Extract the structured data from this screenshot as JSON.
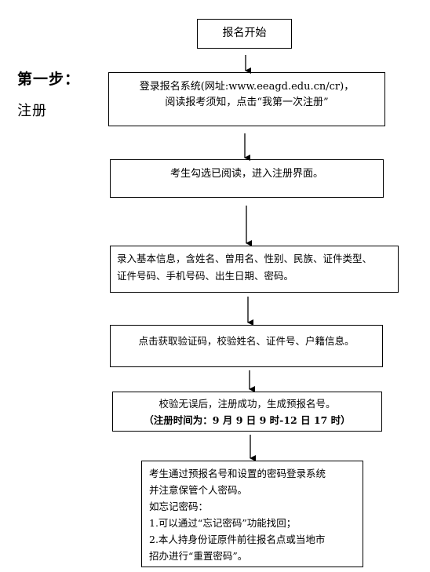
{
  "step": {
    "title": "第一步：",
    "subtitle": "注册"
  },
  "flow": {
    "start": "报名开始",
    "box1": [
      "登录报名系统(网址:www.eeagd.edu.cn/cr)，",
      "阅读报考须知，点击“我第一次注册”"
    ],
    "box2": "考生勾选已阅读，进入注册界面。",
    "box3": [
      "录入基本信息，含姓名、曾用名、性别、民族、证件类型、",
      "证件号码、手机号码、出生日期、密码。"
    ],
    "box4": "点击获取验证码，校验姓名、证件号、户籍信息。",
    "box5": {
      "line1": "校验无误后，注册成功，生成预报名号。",
      "line2": "（注册时间为：9 月 9 日 9 时-12 日 17 时）"
    },
    "box6": [
      "考生通过预报名号和设置的密码登录系统",
      "并注意保管个人密码。",
      "如忘记密码：",
      "1.可以通过“忘记密码”功能找回；",
      "2.本人持身份证原件前往报名点或当地市",
      "招办进行“重置密码”。"
    ]
  }
}
